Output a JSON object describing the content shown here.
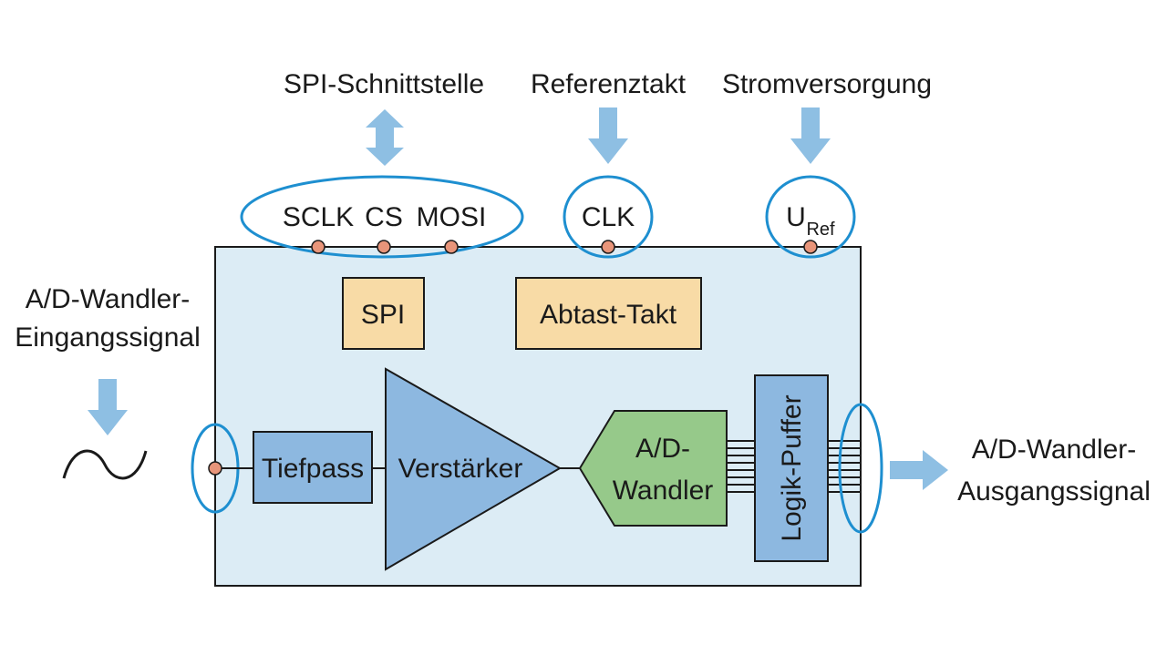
{
  "external": {
    "spi_interface": "SPI-Schnittstelle",
    "reference_clock": "Referenztakt",
    "power_supply": "Stromversorgung",
    "input_signal_line1": "A/D-Wandler-",
    "input_signal_line2": "Eingangssignal",
    "output_signal_line1": "A/D-Wandler-",
    "output_signal_line2": "Ausgangssignal"
  },
  "pins": {
    "sclk": "SCLK",
    "cs": "CS",
    "mosi": "MOSI",
    "clk": "CLK",
    "uref_main": "U",
    "uref_sub": "Ref"
  },
  "blocks": {
    "spi": "SPI",
    "sample_clock": "Abtast-Takt",
    "lowpass": "Tiefpass",
    "amplifier": "Verstärker",
    "adc_line1": "A/D-",
    "adc_line2": "Wandler",
    "logic_buffer": "Logik-Puffer"
  },
  "colors": {
    "chip_fill": "#dcecf5",
    "chip_stroke": "#1a1a1a",
    "orange_block": "#f8dba6",
    "blue_block": "#8db8e0",
    "green_block": "#96c98a",
    "highlight_ring": "#1e8fd0",
    "arrow": "#8ebfe3",
    "pin_dot": "#e8957a"
  }
}
